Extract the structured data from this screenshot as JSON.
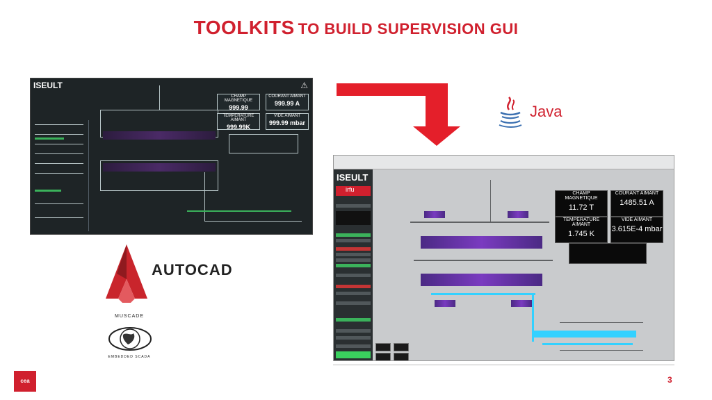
{
  "slide": {
    "title_big": "TOOLKITS",
    "title_rest": "TO BUILD SUPERVISION GUI",
    "page_number": "3"
  },
  "left_screenshot": {
    "app_title": "ISEULT",
    "readouts": [
      {
        "label": "CHAMP MAGNETIQUE",
        "value": "999.99",
        "unit": ""
      },
      {
        "label": "COURANT AIMANT",
        "value": "999.99",
        "unit": "A"
      },
      {
        "label": "TEMPERATURE AIMANT",
        "value": "999.99",
        "unit": "K"
      },
      {
        "label": "VIDE AIMANT",
        "value": "999.99",
        "unit": "mbar"
      }
    ]
  },
  "right_screenshot": {
    "app_title": "ISEULT",
    "org_label": "irfu",
    "readouts": [
      {
        "label": "CHAMP MAGNETIQUE",
        "value": "11.72 T"
      },
      {
        "label": "COURANT AIMANT",
        "value": "1485.51 A"
      },
      {
        "label": "TEMPERATURE AIMANT",
        "value": "1.745 K"
      },
      {
        "label": "VIDE AIMANT",
        "value": "3.615E-4 mbar"
      }
    ]
  },
  "logos": {
    "java": "Java",
    "autocad": "AUTOCAD",
    "muscade_top": "MUSCADE",
    "muscade_bottom": "EMBEDDED SCADA",
    "cea": "cea"
  },
  "colors": {
    "accent_red": "#d0202e",
    "dark_bg": "#1e2426",
    "light_bg": "#c9cbcd",
    "magnet_purple": "#7a3bc0",
    "pipe_cyan": "#33d1ff"
  }
}
